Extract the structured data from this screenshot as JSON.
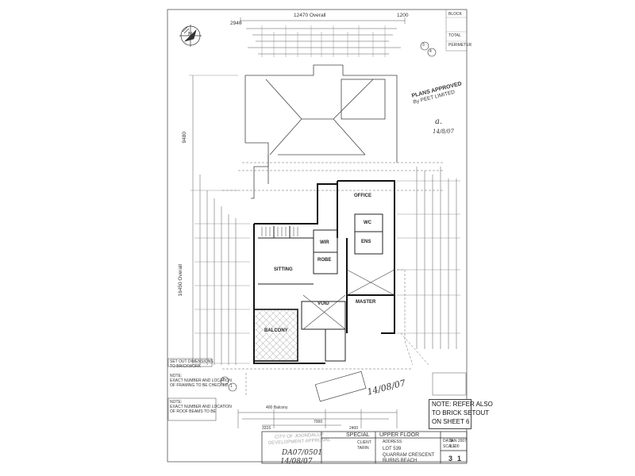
{
  "sheet": {
    "overall_width_label": "12470 Overall",
    "overall_depth_label": "16450 Overall",
    "top_left_dim": "2940",
    "top_right_dim": "1200",
    "left_dim": "9480",
    "bottom_left_dim": "3315",
    "bottom_right_dim": "2400",
    "bottom_dim_mid": "7000",
    "balcony_dim": "400 Balcony"
  },
  "rooms": {
    "office": "OFFICE",
    "sitting": "SITTING",
    "master": "MASTER",
    "void": "VOID",
    "balcony": "BALCONY",
    "wir": "WIR",
    "ens": "ENS",
    "wc": "WC",
    "robe": "ROBE"
  },
  "stamp": {
    "line1": "PLANS APPROVED",
    "line2": "By PEET LIMITED",
    "initials": "a.",
    "date_handwritten": "14/8/07"
  },
  "side_handwritten_date": "14/08/07",
  "note_box": {
    "line1": "NOTE: REFER ALSO",
    "line2": "TO BRICK SETOUT",
    "line3": "ON SHEET 6"
  },
  "title_block": {
    "special": "SPECIAL",
    "upper_floor": "UPPER FLOOR",
    "client_label": "CLIENT",
    "client": "TARIN",
    "address_label": "ADDRESS",
    "lot": "LOT 539",
    "street": "QUARRAM CRESCENT",
    "suburb": "BURNS BEACH",
    "date_label": "DATE",
    "date": "JAN 2007",
    "scale_label": "SCALE",
    "scale": "1:100",
    "sheet_no": "3",
    "sheet_total": "1",
    "handwritten_ref": "DA07/0501",
    "handwritten_date": "14/08/07",
    "stamp_text1": "CITY OF JOONDALUP",
    "stamp_text2": "DEVELOPMENT APPROVAL"
  },
  "info_top_right": {
    "line1": "BLOCK",
    "line2": "TOTAL",
    "line3": "PERIMETER"
  },
  "notes_left": {
    "n1": "SET OUT DIMENSIONS",
    "n2": "TO BRICKWORK",
    "n3": "NOTE:",
    "n4": "EXACT NUMBER AND LOCATION",
    "n5": "OF FRAMING TO BE CHECKED",
    "n6": "NOTE:",
    "n7": "EXACT NUMBER AND LOCATION",
    "n8": "OF ROOF BEAMS TO BE"
  },
  "markers": {
    "north_arrow": "N",
    "section_a": "2",
    "section_b": "1",
    "section_c": "3",
    "section_d": "4"
  }
}
